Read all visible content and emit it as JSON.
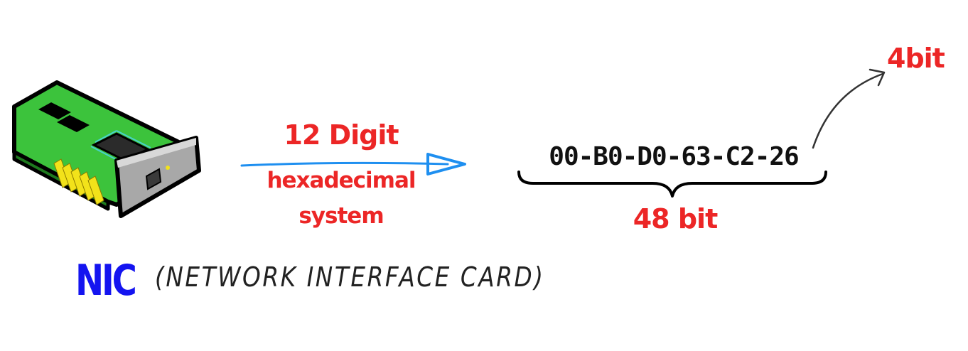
{
  "diagram": {
    "nic_image": {
      "icon": "network-card-icon"
    },
    "arrow_top_label": "12 Digit",
    "arrow_bottom_label_line1": "hexadecimal",
    "arrow_bottom_label_line2": "system",
    "mac_address": "00-B0-D0-63-C2-26",
    "brace_label": "48 bit",
    "digit_label": "4bit",
    "nic_abbreviation": "NIC",
    "nic_full_name": "(NETWORK INTERFACE CARD)"
  },
  "colors": {
    "label_red": "#ec2626",
    "arrow_blue": "#1e8ff0",
    "nic_blue": "#1414f0",
    "card_green": "#3cc33c"
  }
}
